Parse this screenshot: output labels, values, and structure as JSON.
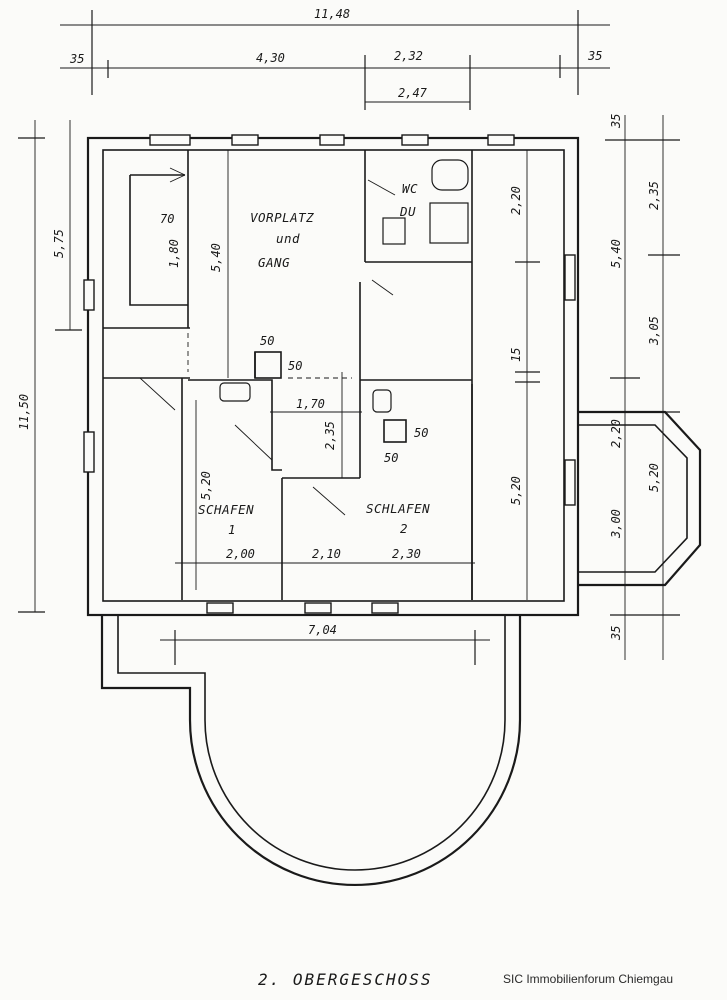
{
  "floor_title": "2. OBERGESCHOSS",
  "credit": "SIC Immobilienforum Chiemgau",
  "rooms": {
    "vorplatz_line1": "VORPLATZ",
    "vorplatz_line2": "und",
    "vorplatz_line3": "GANG",
    "wc": "WC",
    "du": "DU",
    "schlafen1_line1": "SCHAFEN",
    "schlafen1_line2": "1",
    "schlafen2_line1": "SCHLAFEN",
    "schlafen2_line2": "2"
  },
  "dimensions": {
    "top_total": "11,48",
    "top_left_margin": "35",
    "top_right_margin": "35",
    "top_segment_a": "4,30",
    "top_segment_b": "2,32",
    "top_segment_c": "2,47",
    "left_total": "11,50",
    "left_upper": "5,75",
    "right_top_margin": "35",
    "right_upper_total": "5,40",
    "right_sub_a": "2,35",
    "right_sub_b": "3,05",
    "right_sub_c": "2,20",
    "right_lower_total": "5,20",
    "right_sub_d": "3,00",
    "right_bottom_margin": "35",
    "stair_width": "70",
    "stair_length": "1,80",
    "vorplatz_height": "5,40",
    "chimney_a": "50",
    "chimney_b": "50",
    "hall_width": "1,70",
    "hall_height": "2,35",
    "shaft_a": "50",
    "shaft_b": "50",
    "bath_height": "2,20",
    "right_room_mid": "15",
    "right_room_height": "5,20",
    "schlafen1_height": "5,20",
    "schlafen1_width": "2,00",
    "schlafen2_width_a": "2,10",
    "schlafen2_width_b": "2,30",
    "balcony_width": "7,04"
  }
}
